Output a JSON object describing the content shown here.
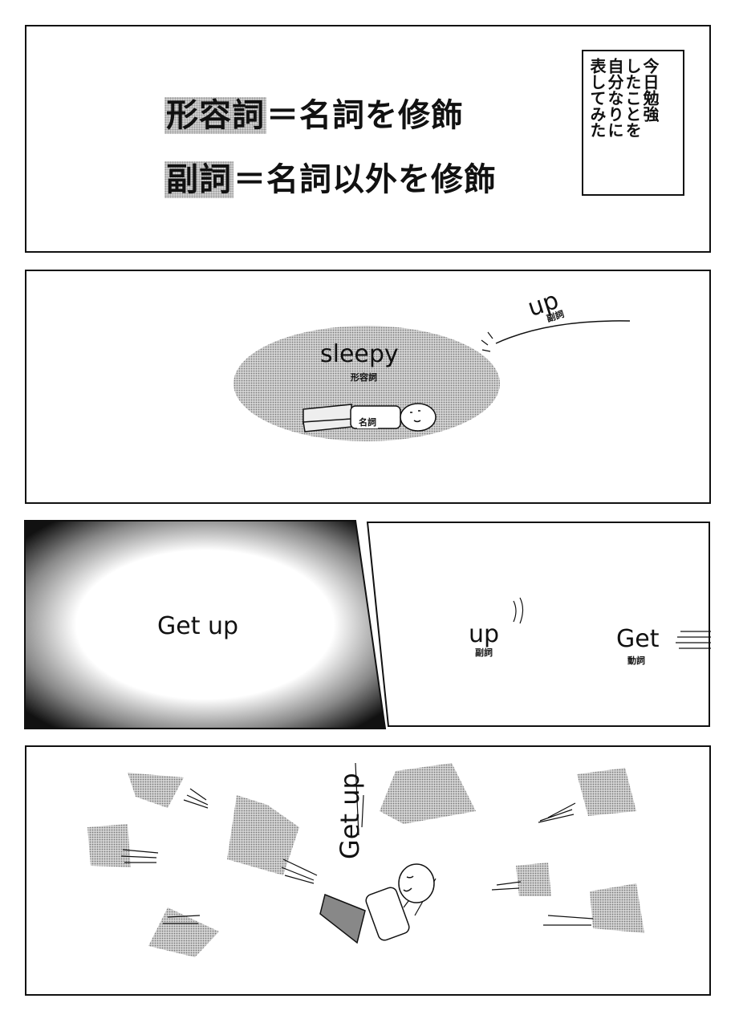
{
  "panel1": {
    "line1_term": "形容詞",
    "line1_rest": "＝名詞を修飾",
    "line2_term": "副詞",
    "line2_rest": "＝名詞以外を修飾",
    "caption_lines": [
      "今日勉強",
      "したことを",
      "自分なりに",
      "表してみた"
    ]
  },
  "panel2": {
    "adverb": "up",
    "adverb_tag": "副詞",
    "adjective": "sleepy",
    "adjective_tag": "形容詞",
    "noun_tag": "名詞"
  },
  "panel3": {
    "phrase": "Get up"
  },
  "panel4": {
    "adverb": "up",
    "adverb_tag": "副詞",
    "verb": "Get",
    "verb_tag": "動詞"
  },
  "panel5": {
    "shout": "Get up"
  },
  "colors": {
    "ink": "#111111",
    "screentone": "#bdbdbd",
    "paper": "#ffffff"
  }
}
